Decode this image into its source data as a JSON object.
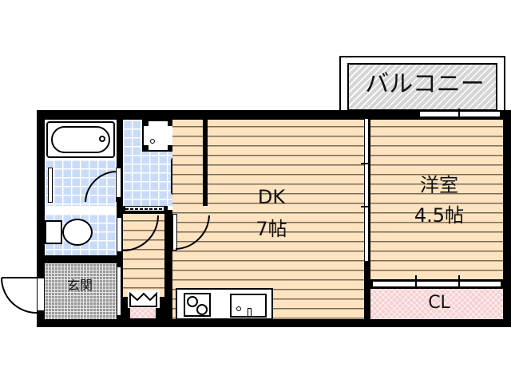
{
  "floor_plan": {
    "rooms": {
      "dk": {
        "name": "DK",
        "size": "7帖"
      },
      "western_room": {
        "name": "洋室",
        "size": "4.5帖"
      },
      "balcony": {
        "name": "バルコニー"
      },
      "closet": {
        "name": "CL"
      },
      "entrance": {
        "name": "玄関"
      }
    },
    "colors": {
      "wall": "#000000",
      "wood_floor": "#fde3c0",
      "wood_line": "#7a6a55",
      "wet_tile": "#c9dbf7",
      "entrance_tile": "#9a9a9a",
      "closet_floor": "#f6cfd0",
      "balcony_floor": "#d6d6d6"
    }
  }
}
